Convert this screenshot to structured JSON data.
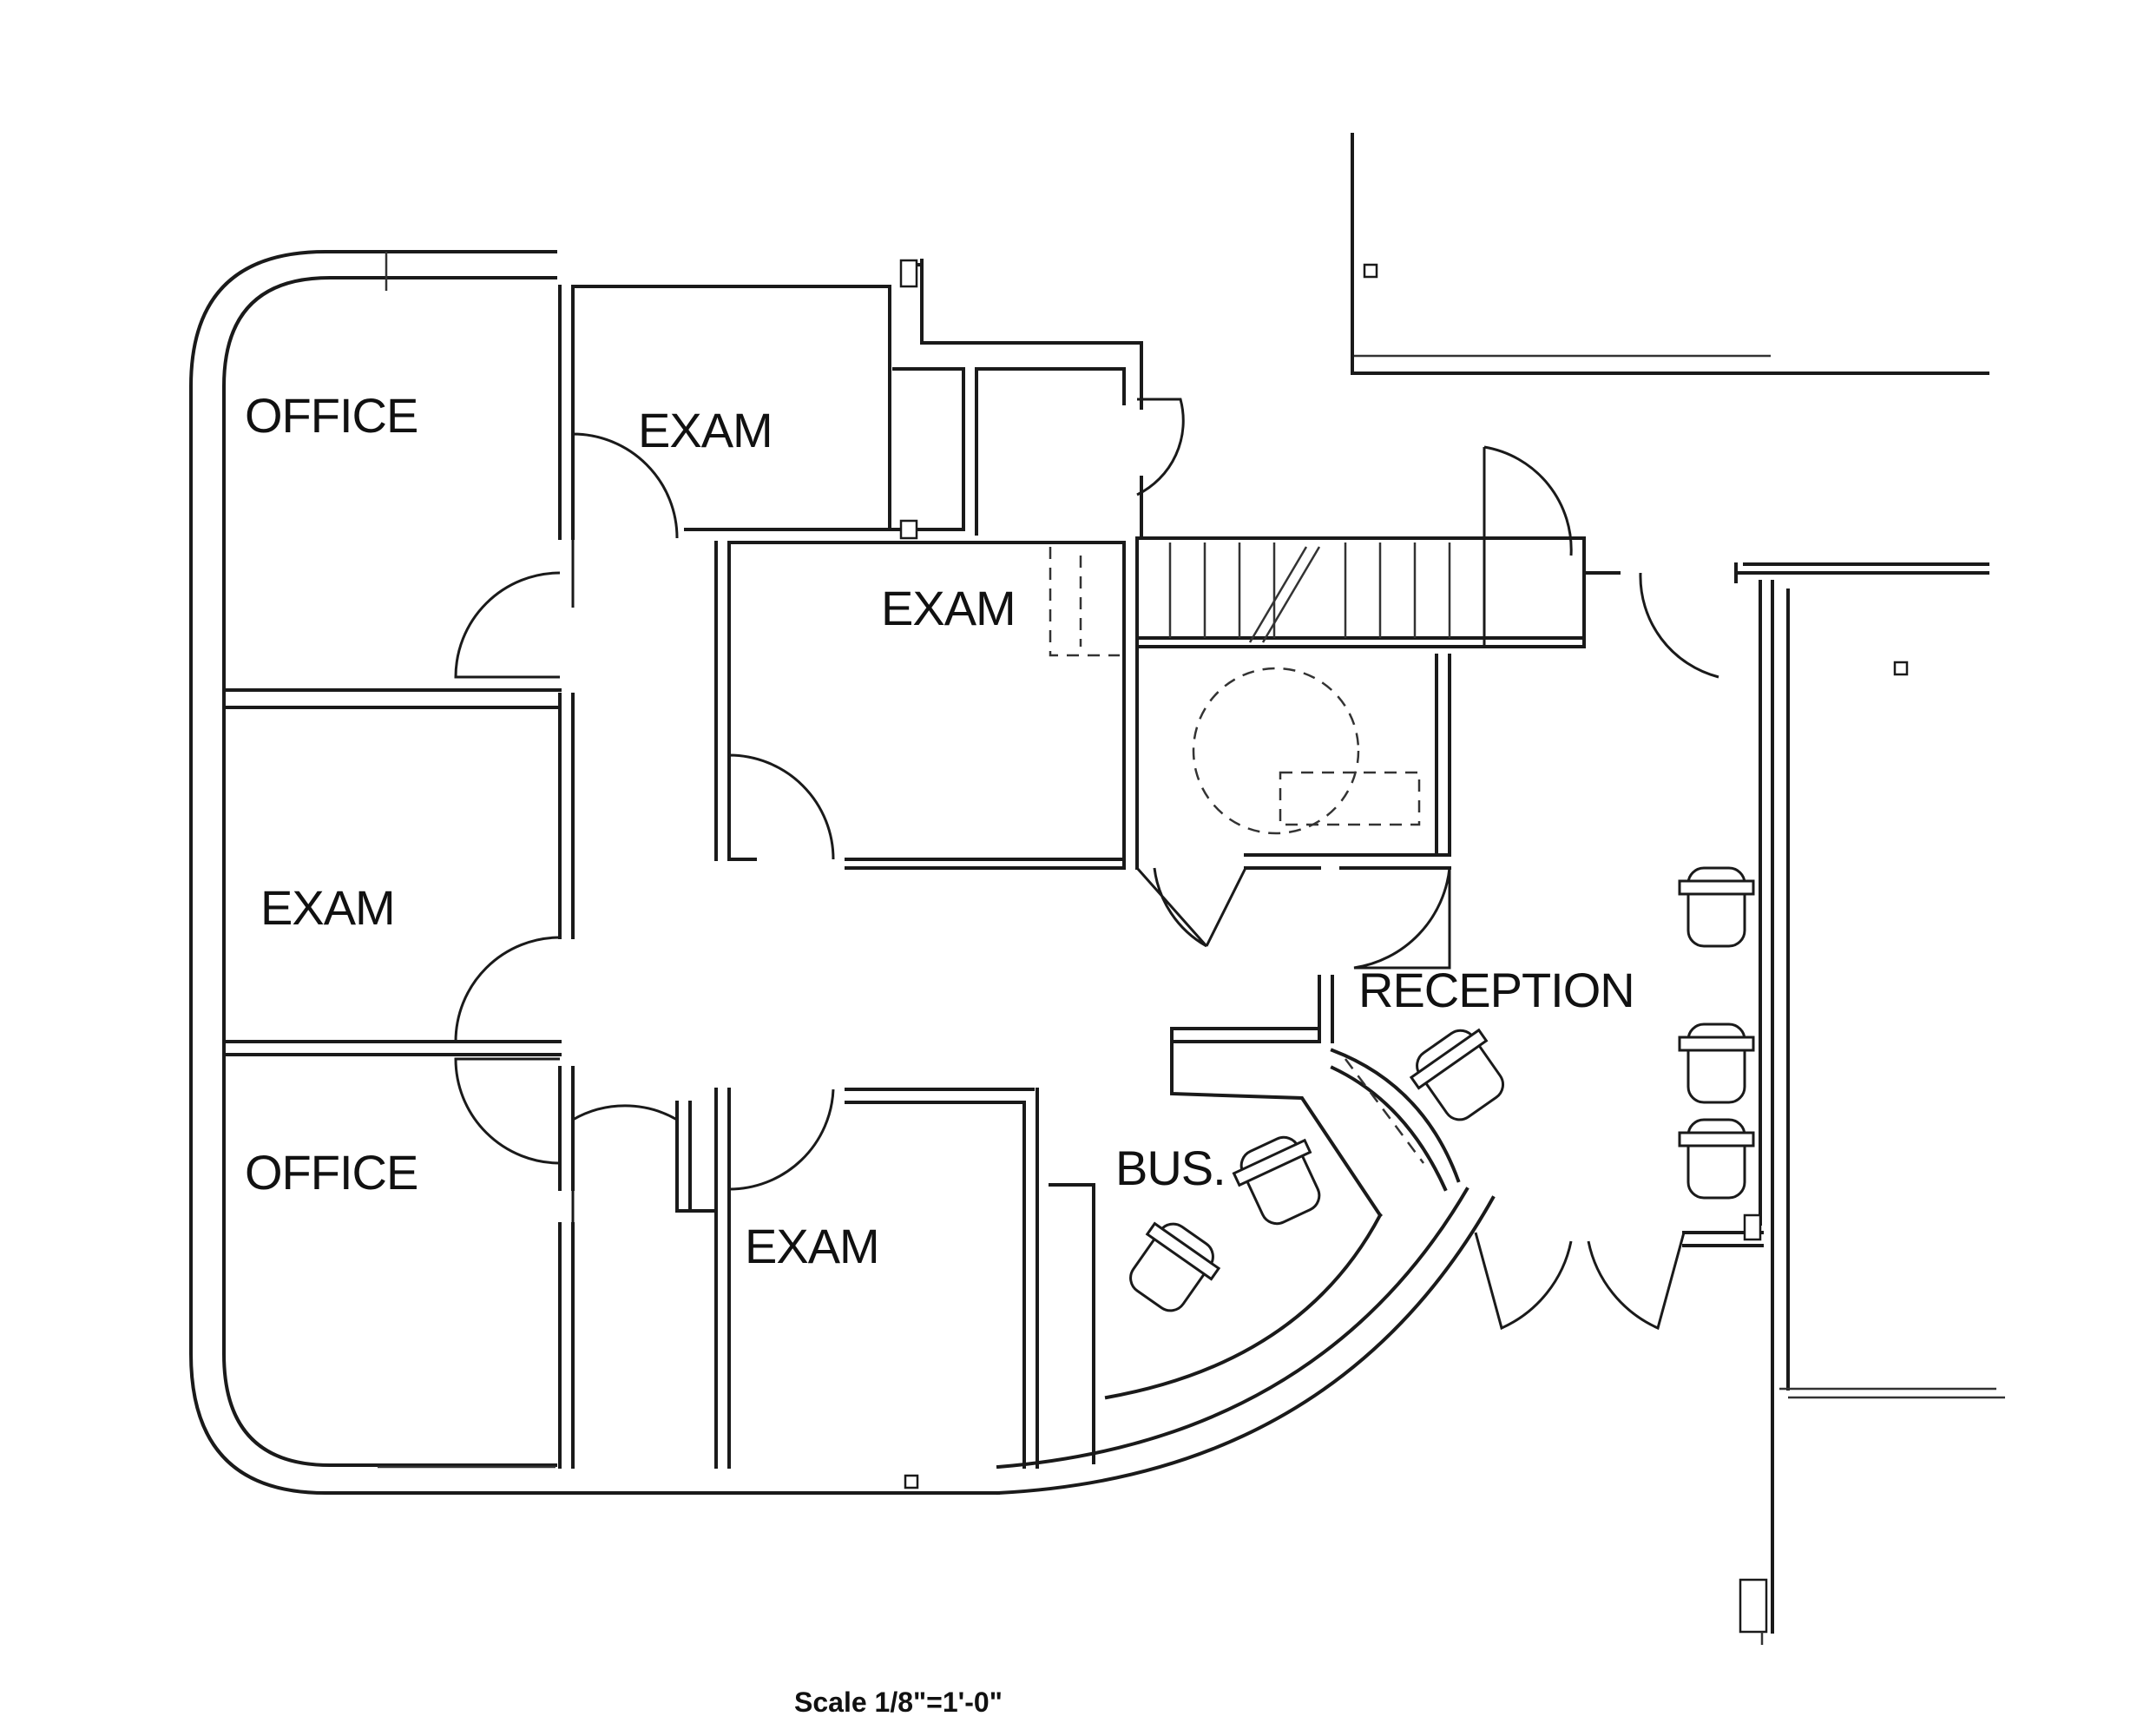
{
  "rooms": {
    "office_top": "OFFICE",
    "exam_top": "EXAM",
    "exam_center": "EXAM",
    "exam_left": "EXAM",
    "office_bottom": "OFFICE",
    "exam_bottom": "EXAM",
    "reception": "RECEPTION",
    "business": "BUS."
  },
  "scale": "Scale  1/8\"=1'-0\""
}
